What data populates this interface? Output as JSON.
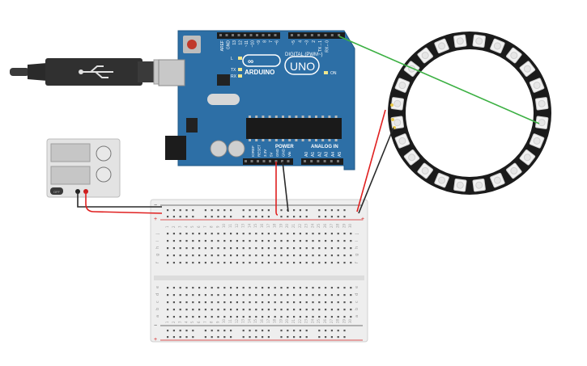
{
  "board": {
    "top_header_labels": [
      "AREF",
      "GND",
      "13",
      "12",
      "~11",
      "~10",
      "~9",
      "8",
      "7",
      "~6",
      "~5",
      "4",
      "~3",
      "2",
      "TX→1",
      "RX←0"
    ],
    "digital_label": "DIGITAL (PWM~)",
    "brand": "ARDUINO",
    "model": "UNO",
    "led_labels": [
      "L",
      "TX",
      "RX"
    ],
    "on_label": "ON",
    "power_label": "POWER",
    "analog_label": "ANALOG IN",
    "power_pins": [
      "IOREF",
      "RESET",
      "3.3V",
      "5V",
      "GND",
      "GND",
      "Vin"
    ],
    "analog_pins": [
      "A0",
      "A1",
      "A2",
      "A3",
      "A4",
      "A5"
    ]
  },
  "breadboard": {
    "row_letters_top": [
      "j",
      "i",
      "h",
      "g",
      "f"
    ],
    "row_letters_bottom": [
      "e",
      "d",
      "c",
      "b",
      "a"
    ],
    "column_count": 30,
    "rail_plus": "+",
    "rail_minus": "−"
  },
  "power_supply": {
    "off_label": "OFF"
  },
  "neopixel_ring": {
    "pixel_count": 24
  },
  "colors": {
    "board_blue": "#2d6fa6",
    "wire_red": "#e02020",
    "wire_black": "#2a2a2a",
    "wire_green": "#3cb043"
  }
}
